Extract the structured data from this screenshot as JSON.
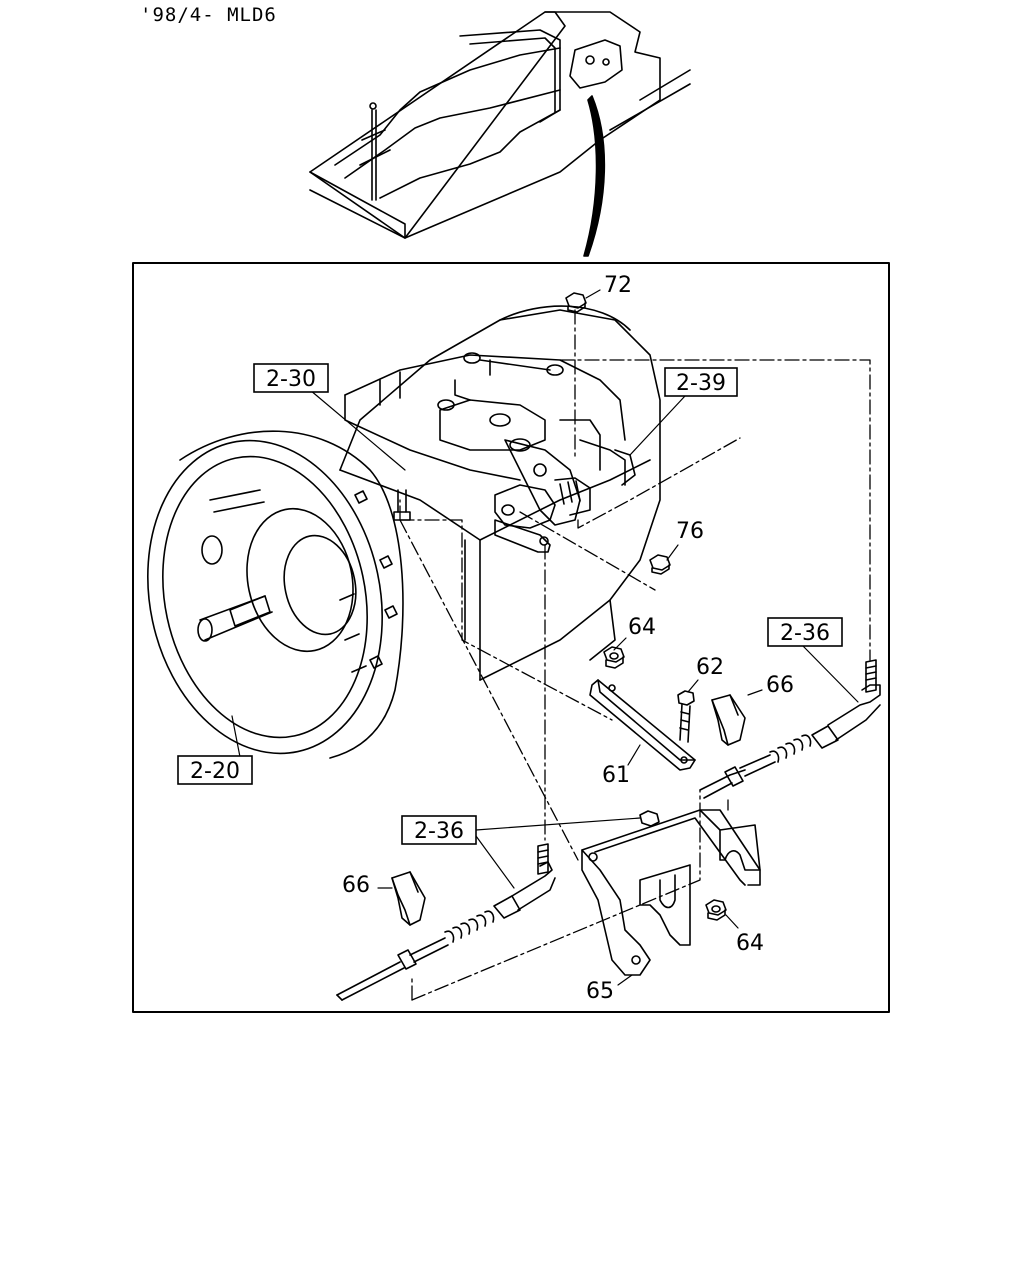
{
  "header": {
    "text": "'98/4- MLD6"
  },
  "callouts": {
    "p72": "72",
    "p76": "76",
    "p64a": "64",
    "p62": "62",
    "p66a": "66",
    "p61": "61",
    "p66b": "66",
    "p64b": "64",
    "p65": "65"
  },
  "refs": {
    "r230": "2-30",
    "r239": "2-39",
    "r236a": "2-36",
    "r220": "2-20",
    "r236b": "2-36"
  }
}
